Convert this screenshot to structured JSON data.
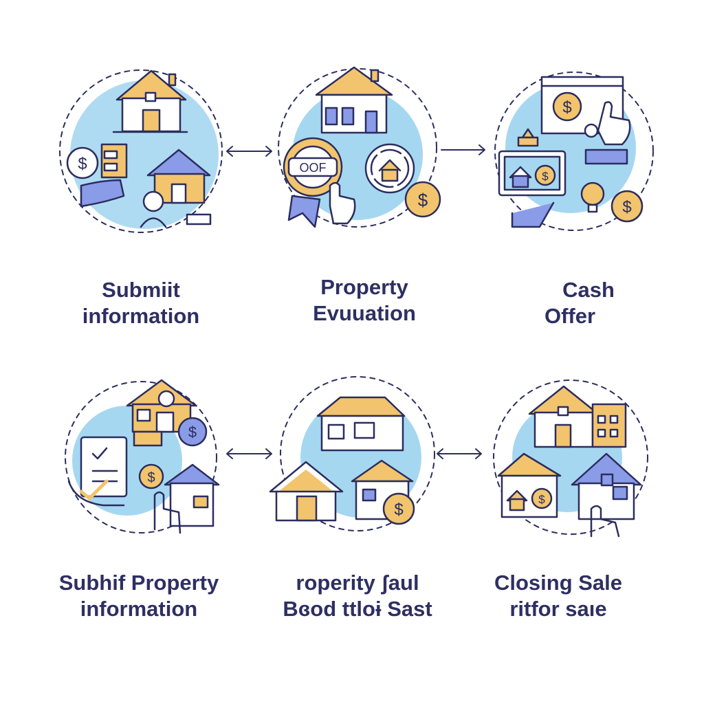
{
  "colors": {
    "text": "#2e2f62",
    "line": "#2b2d5e",
    "blob": "#a6d7f1",
    "accent": "#f2c46d",
    "secondary": "#8a9be8"
  },
  "steps": [
    {
      "line1": "Submiit",
      "line2": "information",
      "icon": "house-money-hand-icon"
    },
    {
      "line1": "Property",
      "line2": "Evuuation",
      "badge": "OOF",
      "icon": "house-magnifier-icon"
    },
    {
      "line1": "Cash",
      "line2": "Offer",
      "icon": "cash-offer-tablet-icon"
    },
    {
      "line1": "Subhif Property",
      "line2": "information",
      "icon": "checklist-house-icon"
    },
    {
      "line1": "roperity ʃaul",
      "line2": "Bɞod ttloɨ Sast",
      "icon": "houses-group-icon"
    },
    {
      "line1": "Closing Sale",
      "line2": "ritfor  saıe",
      "icon": "closing-sale-icon"
    }
  ],
  "connectors": [
    "double-arrow-icon",
    "right-arrow-icon",
    "double-arrow-icon",
    "double-arrow-icon"
  ]
}
